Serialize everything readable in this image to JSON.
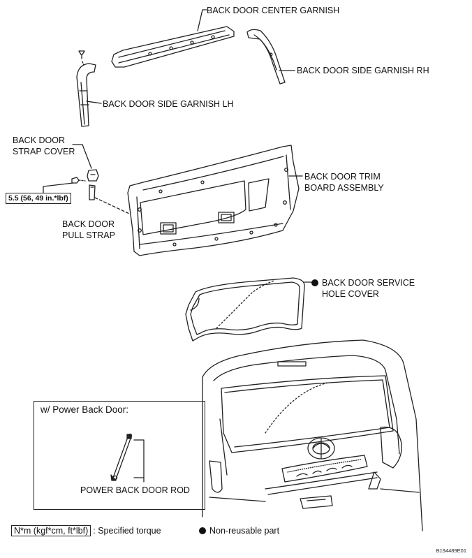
{
  "labels": {
    "center_garnish": "BACK DOOR CENTER GARNISH",
    "side_garnish_rh": "BACK DOOR SIDE GARNISH RH",
    "side_garnish_lh": "BACK DOOR SIDE GARNISH LH",
    "strap_cover_line1": "BACK DOOR",
    "strap_cover_line2": "STRAP COVER",
    "trim_board_line1": "BACK DOOR TRIM",
    "trim_board_line2": "BOARD ASSEMBLY",
    "pull_strap_line1": "BACK DOOR",
    "pull_strap_line2": "PULL STRAP",
    "service_cover_line1": "BACK DOOR SERVICE",
    "service_cover_line2": "HOLE COVER",
    "torque_value": "5.5 (56, 49 in.*lbf)"
  },
  "inset": {
    "title": "w/ Power Back Door:",
    "rod_label": "POWER BACK DOOR ROD"
  },
  "legend": {
    "torque_unit": "N*m (kgf*cm, ft*lbf)",
    "torque_text": ": Specified torque",
    "nonreusable_text": "Non-reusable part"
  },
  "figure_code": "B194489E01"
}
